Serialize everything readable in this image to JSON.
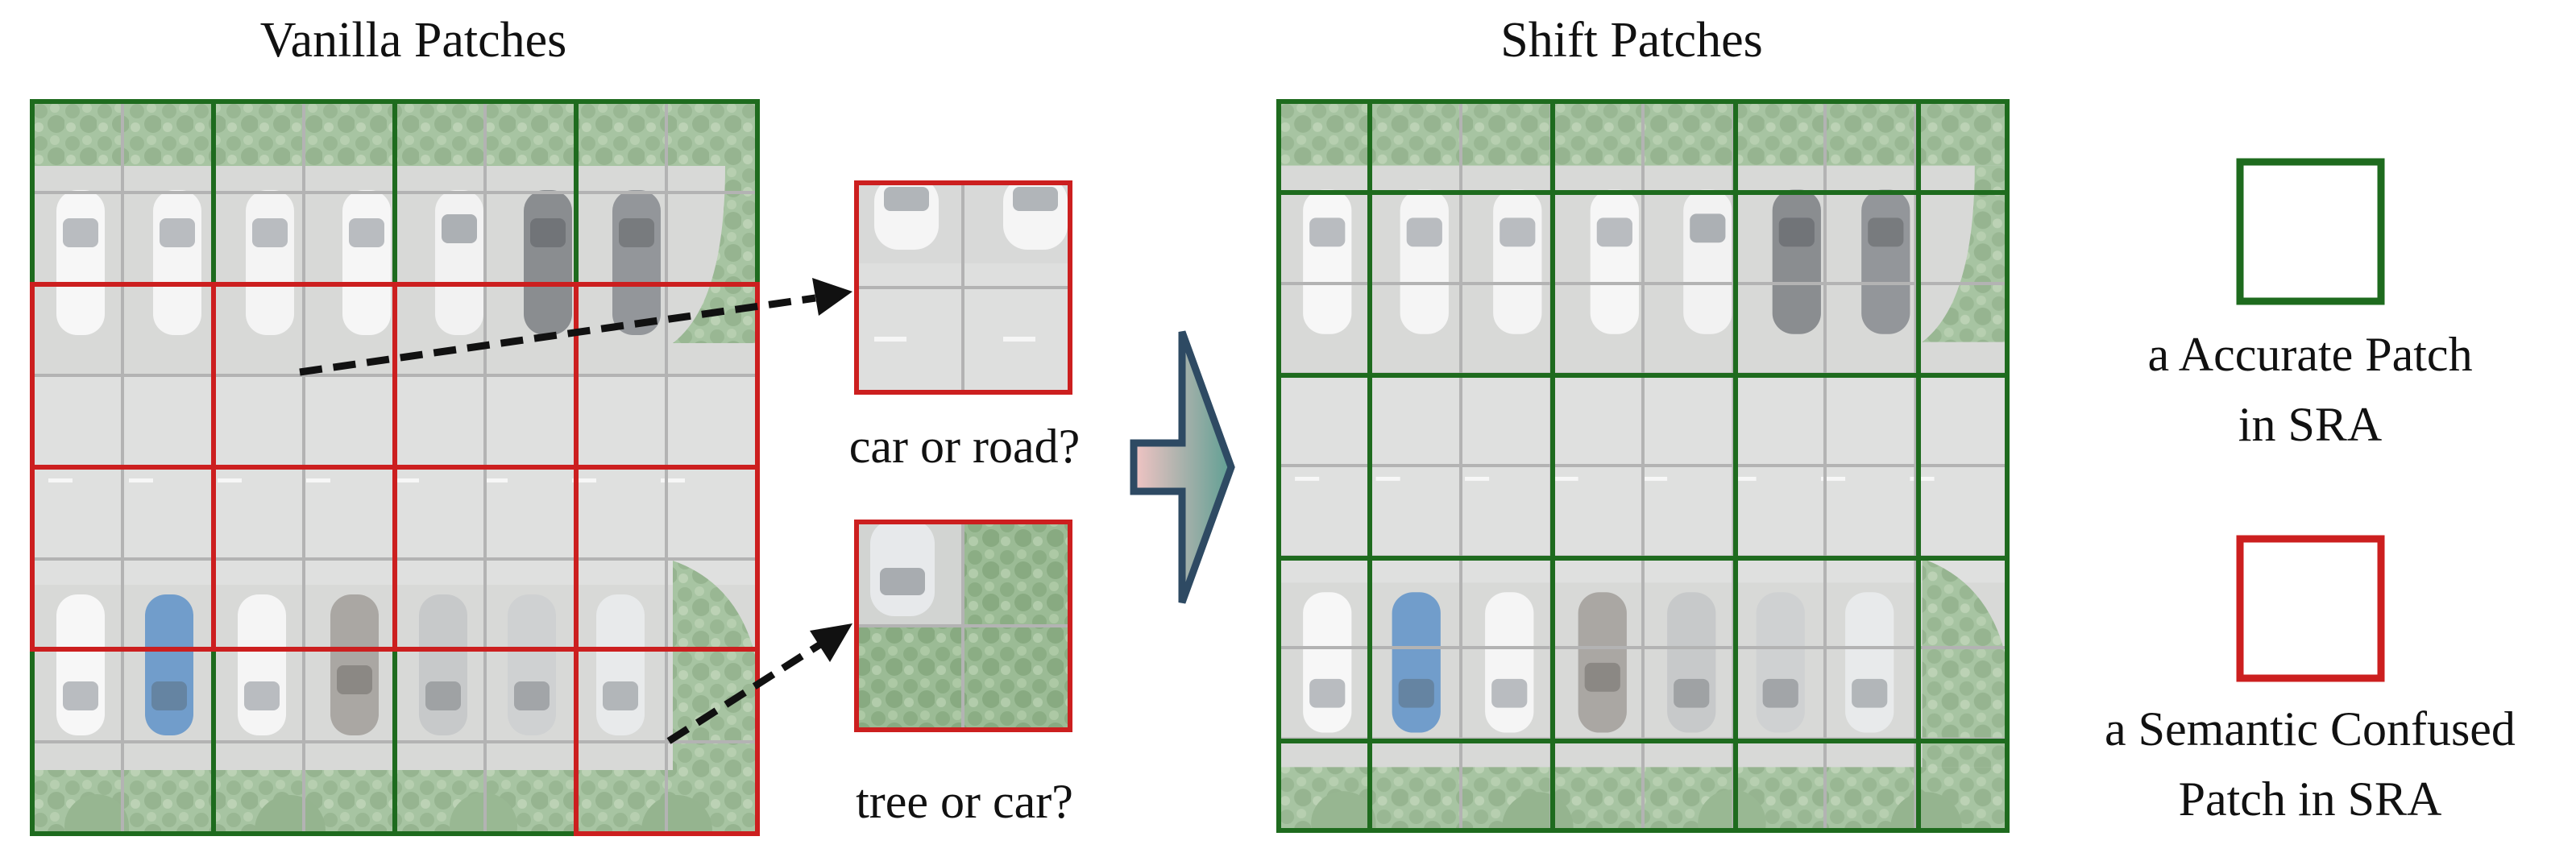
{
  "titles": {
    "left": "Vanilla Patches",
    "right": "Shift Patches"
  },
  "questions": {
    "top": "car or road?",
    "bottom": "tree or car?"
  },
  "legend": {
    "accurate_line1": "a Accurate Patch",
    "accurate_line2": "in SRA",
    "confused_line1": "a Semantic Confused",
    "confused_line2": "Patch in SRA"
  },
  "colors": {
    "accurate": "#1e6b1e",
    "confused": "#cc1f1f",
    "fine_grid": "#b3b3b3",
    "road": "#d2d3d2",
    "tree": "#7fa877",
    "arrow_outline": "#2e4a63",
    "arrow_fill_start": "#f2c4c4",
    "arrow_fill_end": "#5f9f93"
  },
  "icons": {
    "dashed_arrow": "dashed-arrow-icon",
    "shift_arrow": "block-right-arrow-icon"
  }
}
